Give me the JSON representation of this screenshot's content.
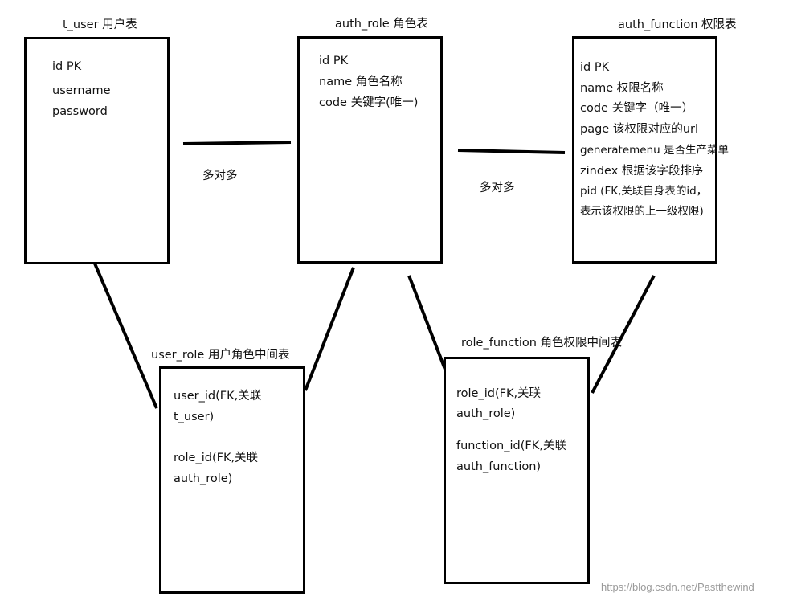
{
  "tables": {
    "t_user": {
      "title": "t_user    用户表",
      "fields": [
        "id   PK",
        "username",
        "password"
      ]
    },
    "auth_role": {
      "title": "auth_role        角色表",
      "fields": [
        "id    PK",
        "name  角色名称",
        "code  关键字(唯一)"
      ]
    },
    "auth_function": {
      "title": "auth_function   权限表",
      "fields": [
        "id    PK",
        "name  权限名称",
        "code   关键字（唯一）",
        "page  该权限对应的url",
        "generatemenu 是否生产菜单",
        "zindex 根据该字段排序",
        "pid  (FK,关联自身表的id，",
        "表示该权限的上一级权限)"
      ]
    },
    "user_role": {
      "title": "user_role  用户角色中间表",
      "fields": [
        "user_id(FK,关联",
        "t_user)",
        "role_id(FK,关联",
        "auth_role)"
      ]
    },
    "role_function": {
      "title": "role_function  角色权限中间表",
      "fields": [
        "role_id(FK,关联",
        "auth_role)",
        "function_id(FK,关联",
        "auth_function)"
      ]
    }
  },
  "relations": {
    "user_role_mm": "多对多",
    "role_function_mm": "多对多"
  },
  "watermark": "https://blog.csdn.net/Pastthewind"
}
